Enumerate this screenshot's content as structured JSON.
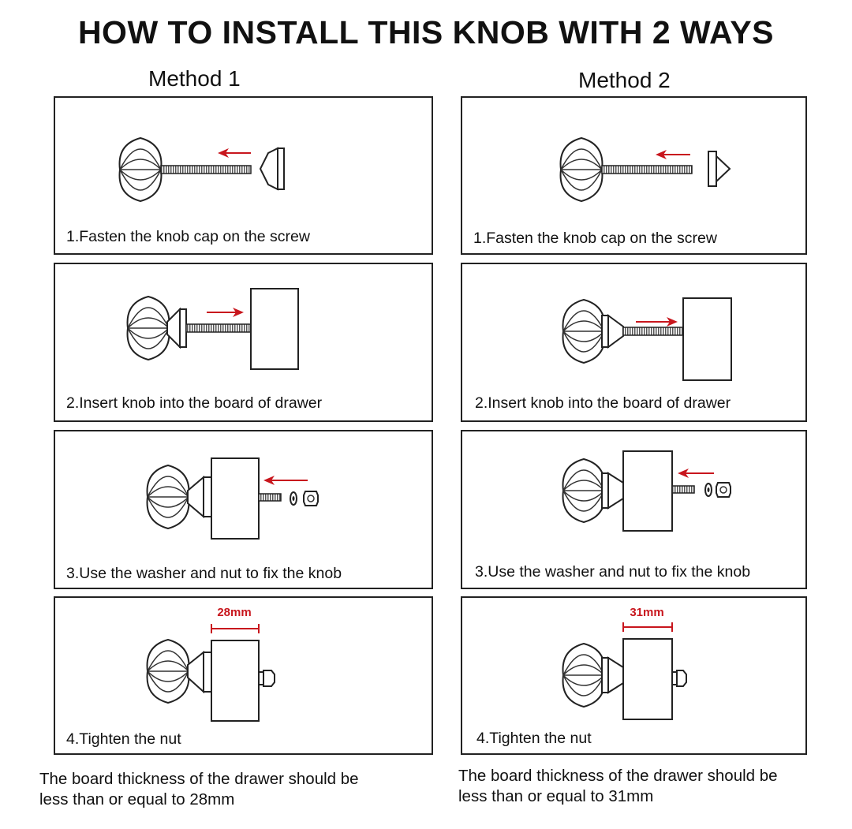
{
  "title": "HOW TO INSTALL THIS KNOB WITH 2 WAYS",
  "methods": [
    {
      "label": "Method 1",
      "steps": [
        "1.Fasten the knob cap on the screw",
        "2.Insert knob into the board of drawer",
        "3.Use the washer and nut to fix the knob",
        "4.Tighten the nut"
      ],
      "dimension": "28mm",
      "note_line1": "The board thickness of the drawer should be",
      "note_line2": "less than or equal to 28mm"
    },
    {
      "label": "Method 2",
      "steps": [
        "1.Fasten the knob cap on the screw",
        "2.Insert knob into the board of drawer",
        "3.Use the washer and nut to fix the knob",
        "4.Tighten the nut"
      ],
      "dimension": "31mm",
      "note_line1": "The board thickness of the drawer should be",
      "note_line2": "less than or equal to 31mm"
    }
  ],
  "colors": {
    "arrow": "#c8161d",
    "line": "#222222"
  }
}
